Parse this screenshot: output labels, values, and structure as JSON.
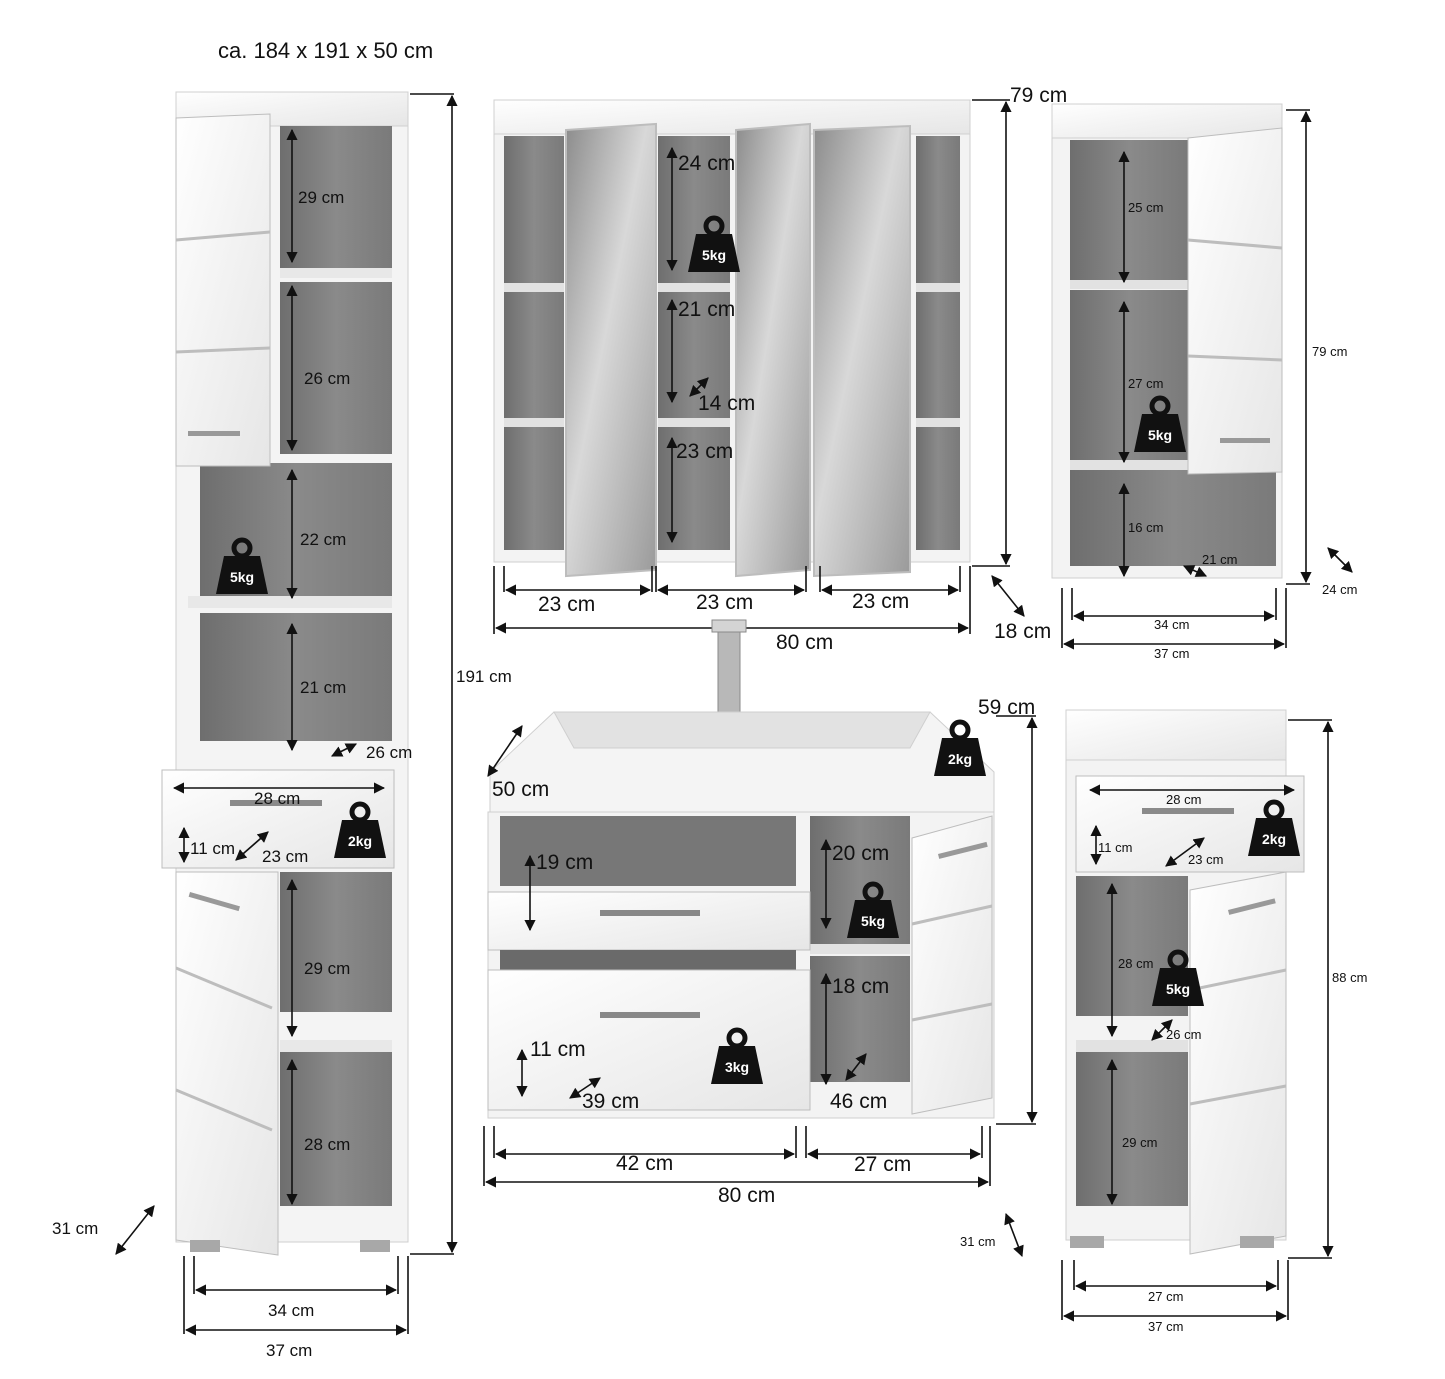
{
  "title": "ca. 184 x 191 x 50 cm",
  "tall_cabinet": {
    "height": "191 cm",
    "width_outer": "37 cm",
    "width_inner": "34 cm",
    "depth": "31 cm",
    "shelves": [
      "29 cm",
      "26 cm",
      "22 cm",
      "21 cm",
      "29 cm",
      "28 cm"
    ],
    "shelf_depth": "26 cm",
    "drawer_width": "28 cm",
    "drawer_height": "11 cm",
    "drawer_depth": "23 cm",
    "load_shelf": "5kg",
    "load_drawer": "2kg"
  },
  "mirror_cabinet": {
    "height": "79 cm",
    "width": "80 cm",
    "depth": "18 cm",
    "compartment_widths": [
      "23 cm",
      "23 cm",
      "23 cm"
    ],
    "shelves": [
      "24 cm",
      "21 cm",
      "23 cm"
    ],
    "shelf_depth": "14 cm",
    "load": "5kg"
  },
  "wall_cabinet": {
    "height": "79 cm",
    "width_outer": "37 cm",
    "width_inner": "34 cm",
    "depth": "24 cm",
    "shelves": [
      "25 cm",
      "27 cm",
      "16 cm"
    ],
    "shelf_depth": "21 cm",
    "load": "5kg"
  },
  "vanity": {
    "height": "59 cm",
    "width": "80 cm",
    "depth": "50 cm",
    "left_width": "42 cm",
    "right_width": "27 cm",
    "upper_drawer_height": "19 cm",
    "lower_drawer_height": "11 cm",
    "lower_drawer_depth": "39 cm",
    "right_shelves": [
      "20 cm",
      "18 cm"
    ],
    "right_depth": "46 cm",
    "load_basin": "2kg",
    "load_shelf": "5kg",
    "load_drawer": "3kg"
  },
  "low_cabinet": {
    "height": "88 cm",
    "width_outer": "37 cm",
    "width_inner": "27 cm",
    "depth": "31 cm",
    "drawer_width": "28 cm",
    "drawer_height": "11 cm",
    "drawer_depth": "23 cm",
    "shelves": [
      "28 cm",
      "29 cm"
    ],
    "shelf_depth": "26 cm",
    "load_drawer": "2kg",
    "load_shelf": "5kg"
  }
}
